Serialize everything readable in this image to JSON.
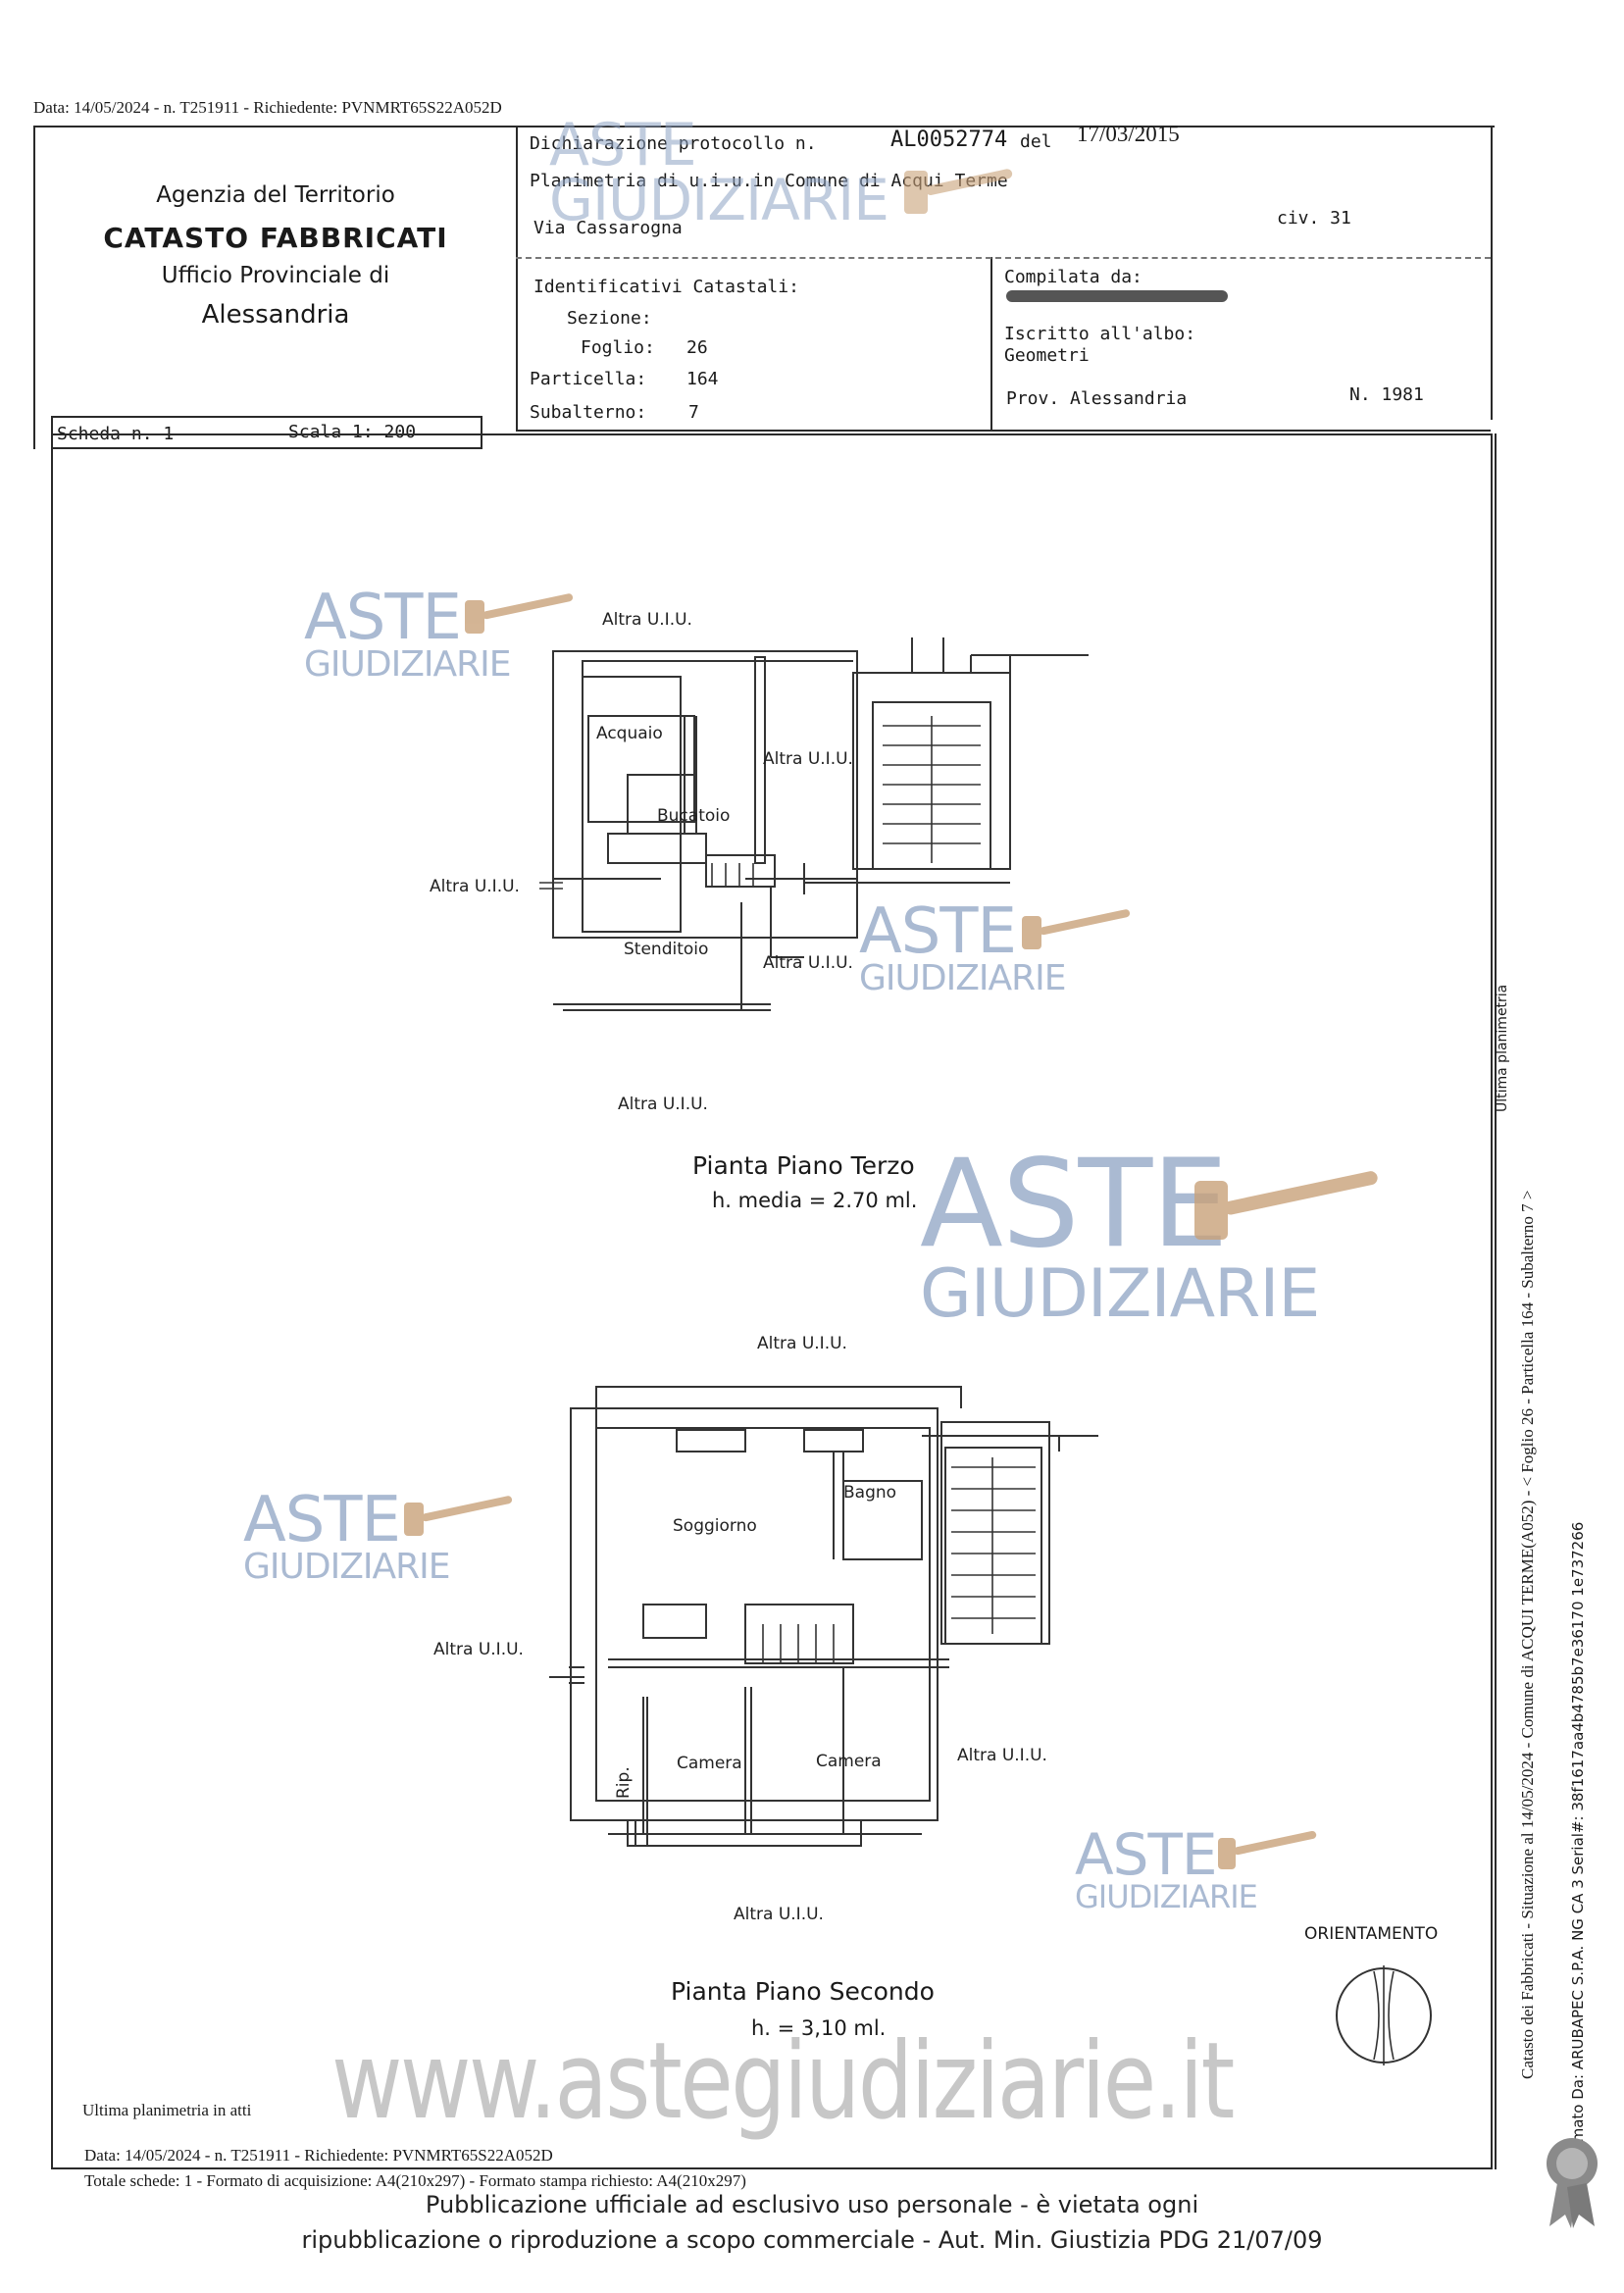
{
  "top_stamp": "Data: 14/05/2024 - n. T251911 - Richiedente: PVNMRT65S22A052D",
  "agency": {
    "line1": "Agenzia del Territorio",
    "line2": "CATASTO FABBRICATI",
    "line3": "Ufficio Provinciale di",
    "line4": "Alessandria"
  },
  "declaration": {
    "label": "Dichiarazione protocollo n.",
    "number": "AL0052774",
    "del": "del",
    "date": "17/03/2015",
    "planimetria": "Planimetria di u.i.u.in Comune di Acqui Terme",
    "street": "Via Cassarogna",
    "civ": "civ. 31"
  },
  "identifiers": {
    "title": "Identificativi Catastali:",
    "sezione_label": "Sezione:",
    "foglio_label": "Foglio:",
    "foglio": "26",
    "particella_label": "Particella:",
    "particella": "164",
    "subalterno_label": "Subalterno:",
    "subalterno": "7"
  },
  "compiled": {
    "title": "Compilata da:",
    "iscritto": "Iscritto all'albo:",
    "albo": "Geometri",
    "prov": "Prov. Alessandria",
    "n": "N.  1981"
  },
  "scheda": "Scheda n. 1",
  "scala": "Scala 1: 200",
  "watermark": {
    "a": "ASTE",
    "g": "GIUDIZIARIE"
  },
  "plan_top": {
    "rooms": {
      "acquaio": "Acquaio",
      "bucatoio": "Bucatoio",
      "stenditoio": "Stenditoio"
    },
    "altra_top": "Altra U.I.U.",
    "altra_right1": "Altra U.I.U.",
    "altra_left": "Altra U.I.U.",
    "altra_right2": "Altra U.I.U.",
    "altra_bottom": "Altra U.I.U.",
    "title": "Pianta Piano Terzo",
    "height": "h. media = 2.70 ml."
  },
  "plan_bottom": {
    "rooms": {
      "soggiorno": "Soggiorno",
      "bagno": "Bagno",
      "camera1": "Camera",
      "camera2": "Camera",
      "rip": "Rip."
    },
    "altra_top": "Altra U.I.U.",
    "altra_left": "Altra U.I.U.",
    "altra_right": "Altra U.I.U.",
    "altra_bottom": "Altra U.I.U.",
    "title": "Pianta Piano Secondo",
    "height": "h. = 3,10 ml."
  },
  "orientamento": "ORIENTAMENTO",
  "side_text": {
    "line1": "Catasto dei Fabbricati - Situazione al 14/05/2024 - Comune di ACQUI TERME(A052) - < Foglio 26 - Particella 164 - Subalterno 7 >",
    "line2": "Firmato Da: ARUBAPEC S.P.A. NG CA 3 Serial#: 38f1617aa4b4785b7e36170 1e737266",
    "line3": "Ultima planimetria"
  },
  "ultima": "Ultima planimetria in atti",
  "footer_data": "Data: 14/05/2024 - n. T251911 - Richiedente: PVNMRT65S22A052D",
  "footer_totale": "Totale schede: 1 - Formato di acquisizione: A4(210x297) - Formato stampa richiesto: A4(210x297)",
  "website": "www.astegiudiziarie.it",
  "publication1": "Pubblicazione ufficiale ad esclusivo uso personale - è vietata ogni",
  "publication2": "ripubblicazione o riproduzione a scopo commerciale - Aut. Min. Giustizia PDG 21/07/09"
}
